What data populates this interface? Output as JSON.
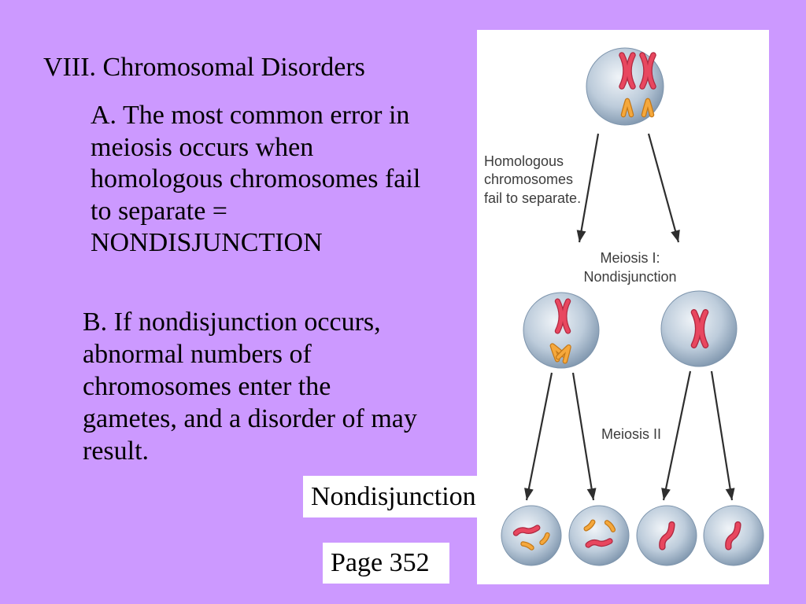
{
  "slide": {
    "heading": "VIII. Chromosomal Disorders",
    "point_a": {
      "lines": [
        "A. The most common error in",
        "meiosis occurs when",
        "homologous chromosomes fail",
        "to separate =",
        "NONDISJUNCTION"
      ]
    },
    "point_b": {
      "lines": [
        "B. If nondisjunction occurs,",
        "abnormal numbers of",
        "chromosomes enter the",
        "gametes, and a disorder of may",
        "result."
      ]
    },
    "caption_label": "Nondisjunction",
    "page_reference": "Page 352",
    "colors": {
      "background": "#CC99FF",
      "text": "#000000",
      "box": "#FFFFFF"
    }
  },
  "figure": {
    "note_lines": [
      "Homologous",
      "chromosomes",
      "fail to separate."
    ],
    "meiosis_1_label_lines": [
      "Meiosis I:",
      "Nondisjunction"
    ],
    "meiosis_2_label": "Meiosis II",
    "colors": {
      "cell_light": "#F0F4F8",
      "cell_mid": "#BDCCDB",
      "cell_edge": "#7D94AC",
      "chromosome_red": "#E8475F",
      "chromosome_red_outline": "#B02840",
      "chromosome_orange": "#F5A83C",
      "chromosome_orange_outline": "#C47818",
      "arrow": "#2E2E2E",
      "label_text": "#3C3C3C"
    }
  }
}
